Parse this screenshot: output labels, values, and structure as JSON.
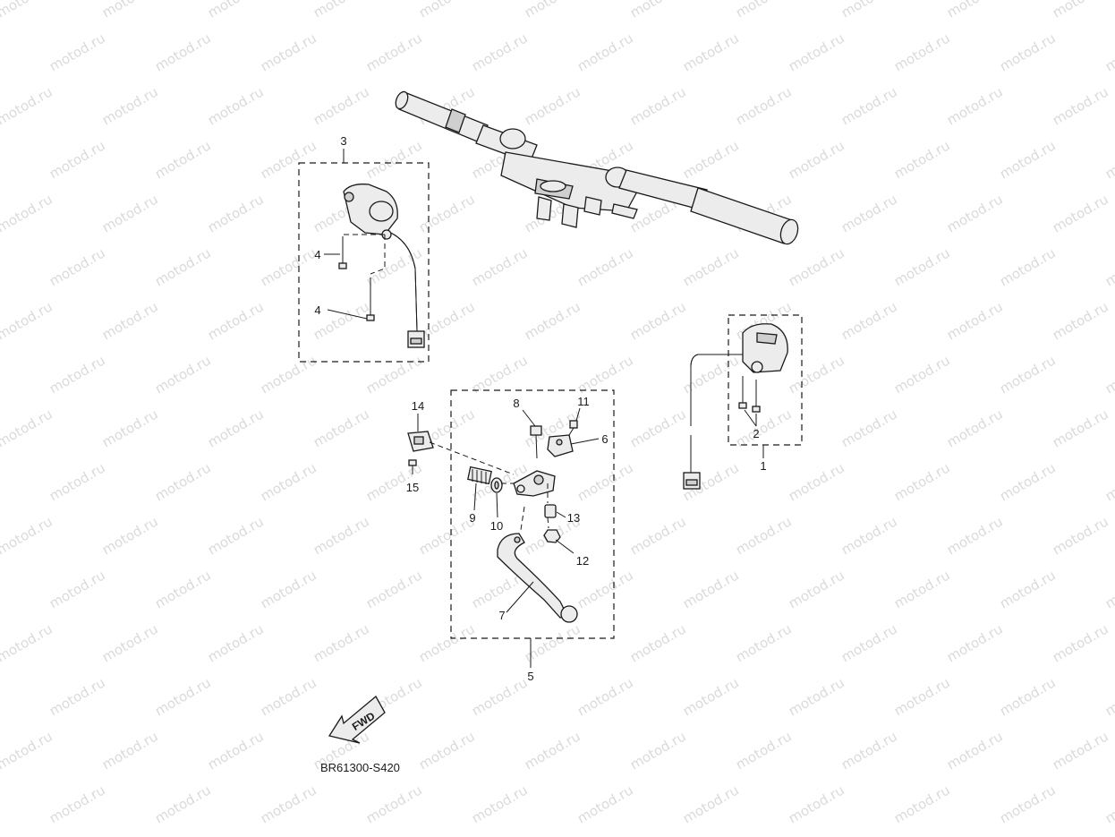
{
  "watermark": {
    "text": "motod.ru"
  },
  "diagram_code": "BR61300-S420",
  "fwd_label": "FWD",
  "callouts": [
    {
      "id": "1",
      "label": "1"
    },
    {
      "id": "2",
      "label": "2"
    },
    {
      "id": "3",
      "label": "3"
    },
    {
      "id": "4a",
      "label": "4"
    },
    {
      "id": "4b",
      "label": "4"
    },
    {
      "id": "5",
      "label": "5"
    },
    {
      "id": "6",
      "label": "6"
    },
    {
      "id": "7",
      "label": "7"
    },
    {
      "id": "8",
      "label": "8"
    },
    {
      "id": "9",
      "label": "9"
    },
    {
      "id": "10",
      "label": "10"
    },
    {
      "id": "11",
      "label": "11"
    },
    {
      "id": "12",
      "label": "12"
    },
    {
      "id": "13",
      "label": "13"
    },
    {
      "id": "14",
      "label": "14"
    },
    {
      "id": "15",
      "label": "15"
    }
  ]
}
